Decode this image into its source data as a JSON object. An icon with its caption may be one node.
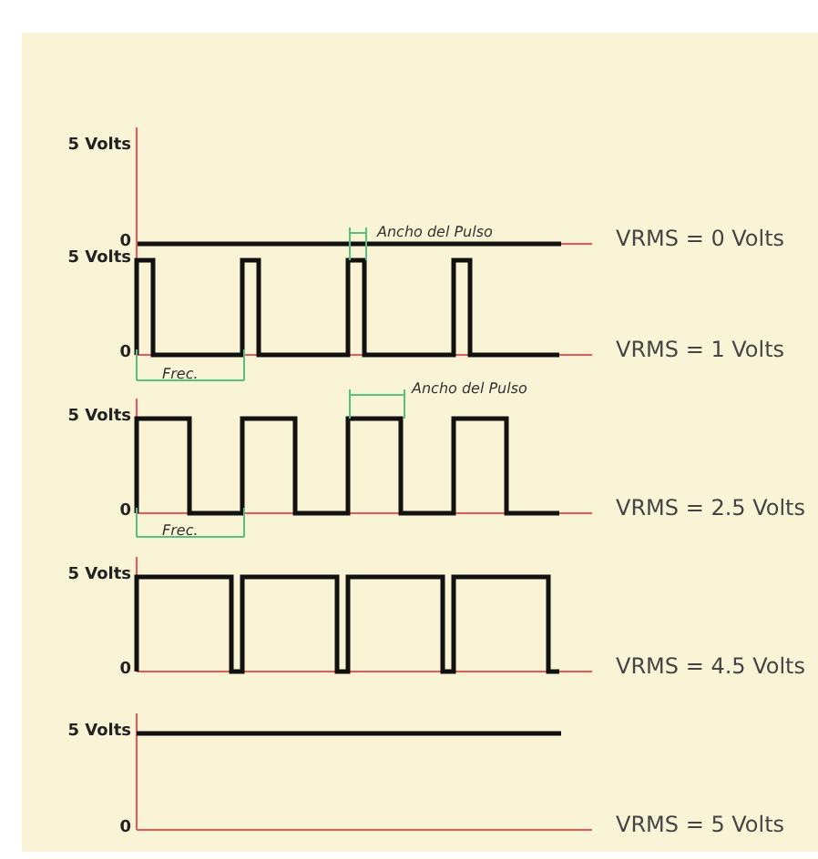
{
  "diagram": {
    "labels": [
      "5 Volts",
      "0",
      "VRMS = 0 Volts",
      "Ancho del Pulso",
      "5 Volts",
      "0",
      "VRMS = 1 Volts",
      "Frec.",
      "Ancho del Pulso",
      "5 Volts",
      "0",
      "VRMS = 2.5 Volts",
      "Frec.",
      "5 Volts",
      "0",
      "VRMS = 4.5 Volts",
      "5 Volts",
      "0",
      "VRMS = 5 Volts"
    ]
  }
}
